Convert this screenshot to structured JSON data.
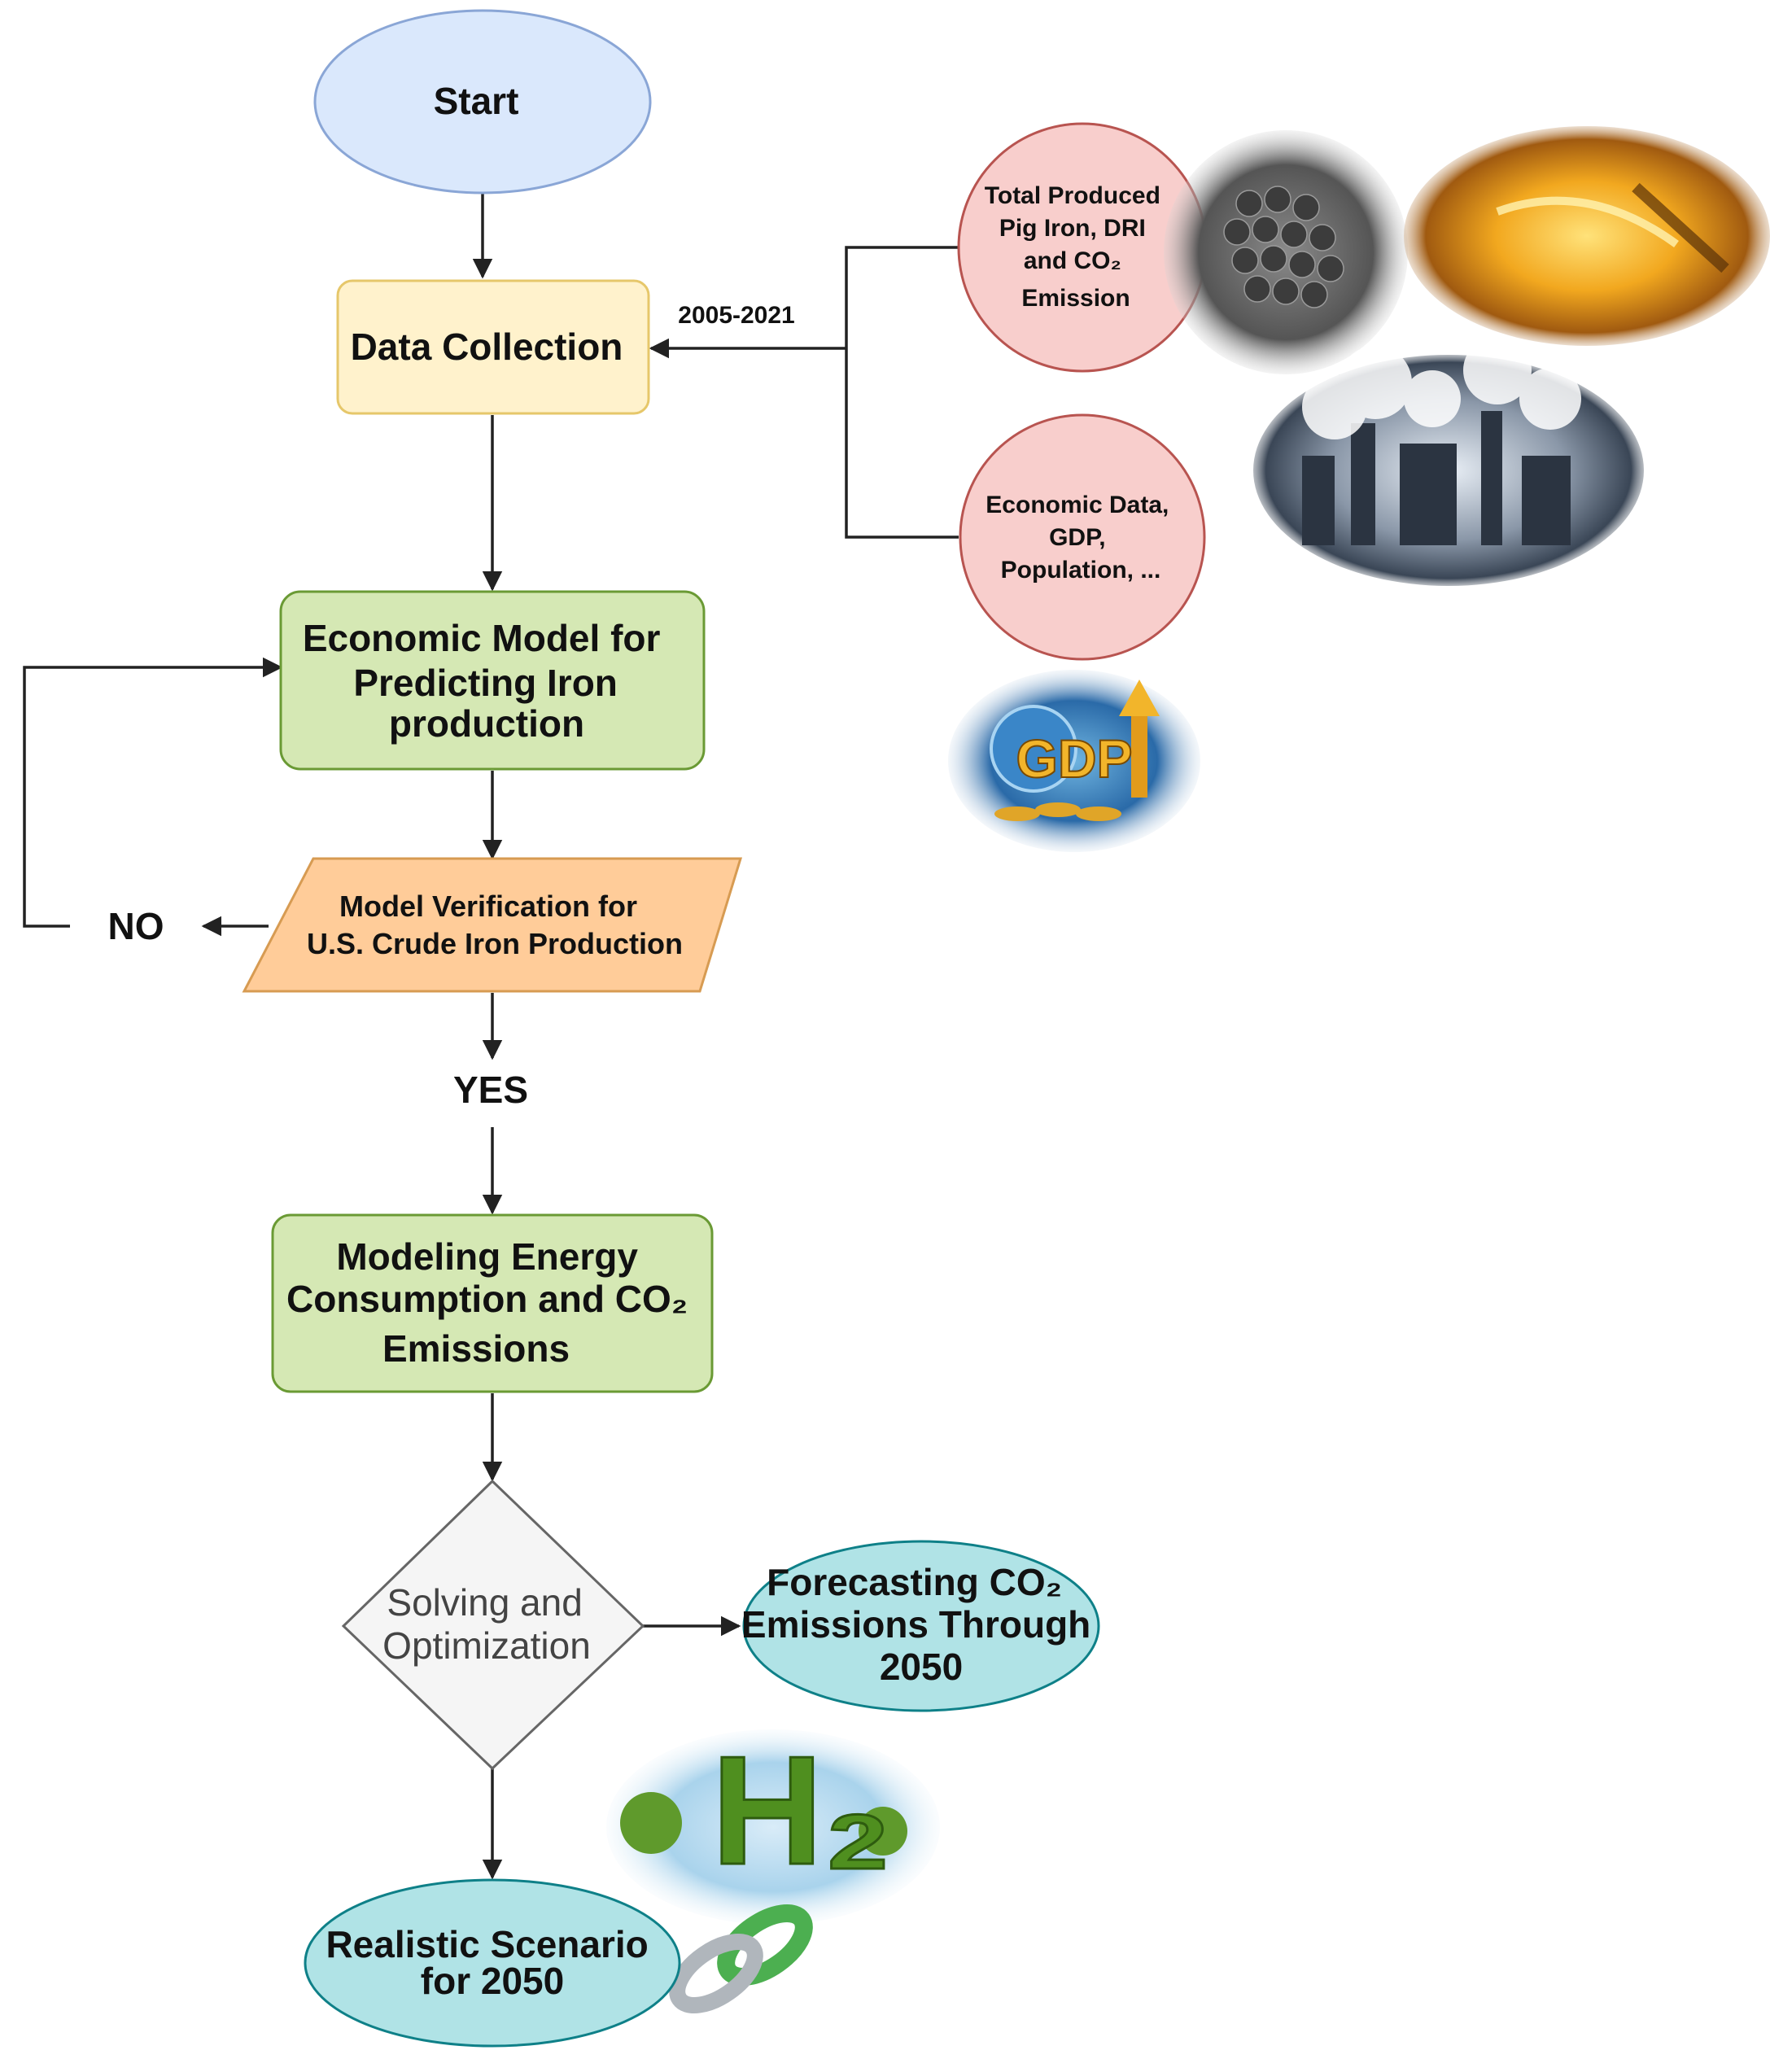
{
  "nodes": {
    "start": "Start",
    "data_collection": "Data Collection",
    "year_range": "2005-2021",
    "produced_data": [
      "Total Produced",
      "Pig Iron, DRI",
      "and CO₂",
      "Emission"
    ],
    "economic_data": [
      "Economic Data,",
      "GDP,",
      "Population, ..."
    ],
    "economic_model": [
      "Economic Model for",
      "Predicting Iron",
      "production"
    ],
    "verification": [
      "Model Verification for",
      "U.S. Crude Iron Production"
    ],
    "no_label": "NO",
    "yes_label": "YES",
    "energy_model": [
      "Modeling Energy",
      "Consumption and CO₂",
      "Emissions"
    ],
    "optimization": [
      "Solving and",
      "Optimization"
    ],
    "forecast": [
      "Forecasting CO₂",
      "Emissions Through",
      "2050"
    ],
    "scenario": [
      "Realistic Scenario",
      "for 2050"
    ]
  },
  "images": {
    "gdp_badge": "GDP",
    "hydrogen": "H₂"
  },
  "colors": {
    "start_fill": "#dae8fc",
    "start_stroke": "#8aa6d6",
    "data_fill": "#fff2cc",
    "data_stroke": "#e6c76a",
    "model_fill": "#d5e8b4",
    "model_stroke": "#6a9a34",
    "verify_fill": "#ffcc99",
    "verify_stroke": "#d79b52",
    "source_fill": "#f8cecc",
    "source_stroke": "#b85450",
    "decision_fill": "#f5f5f5",
    "decision_stroke": "#666666",
    "result_fill": "#b0e3e6",
    "result_stroke": "#0e8088"
  }
}
